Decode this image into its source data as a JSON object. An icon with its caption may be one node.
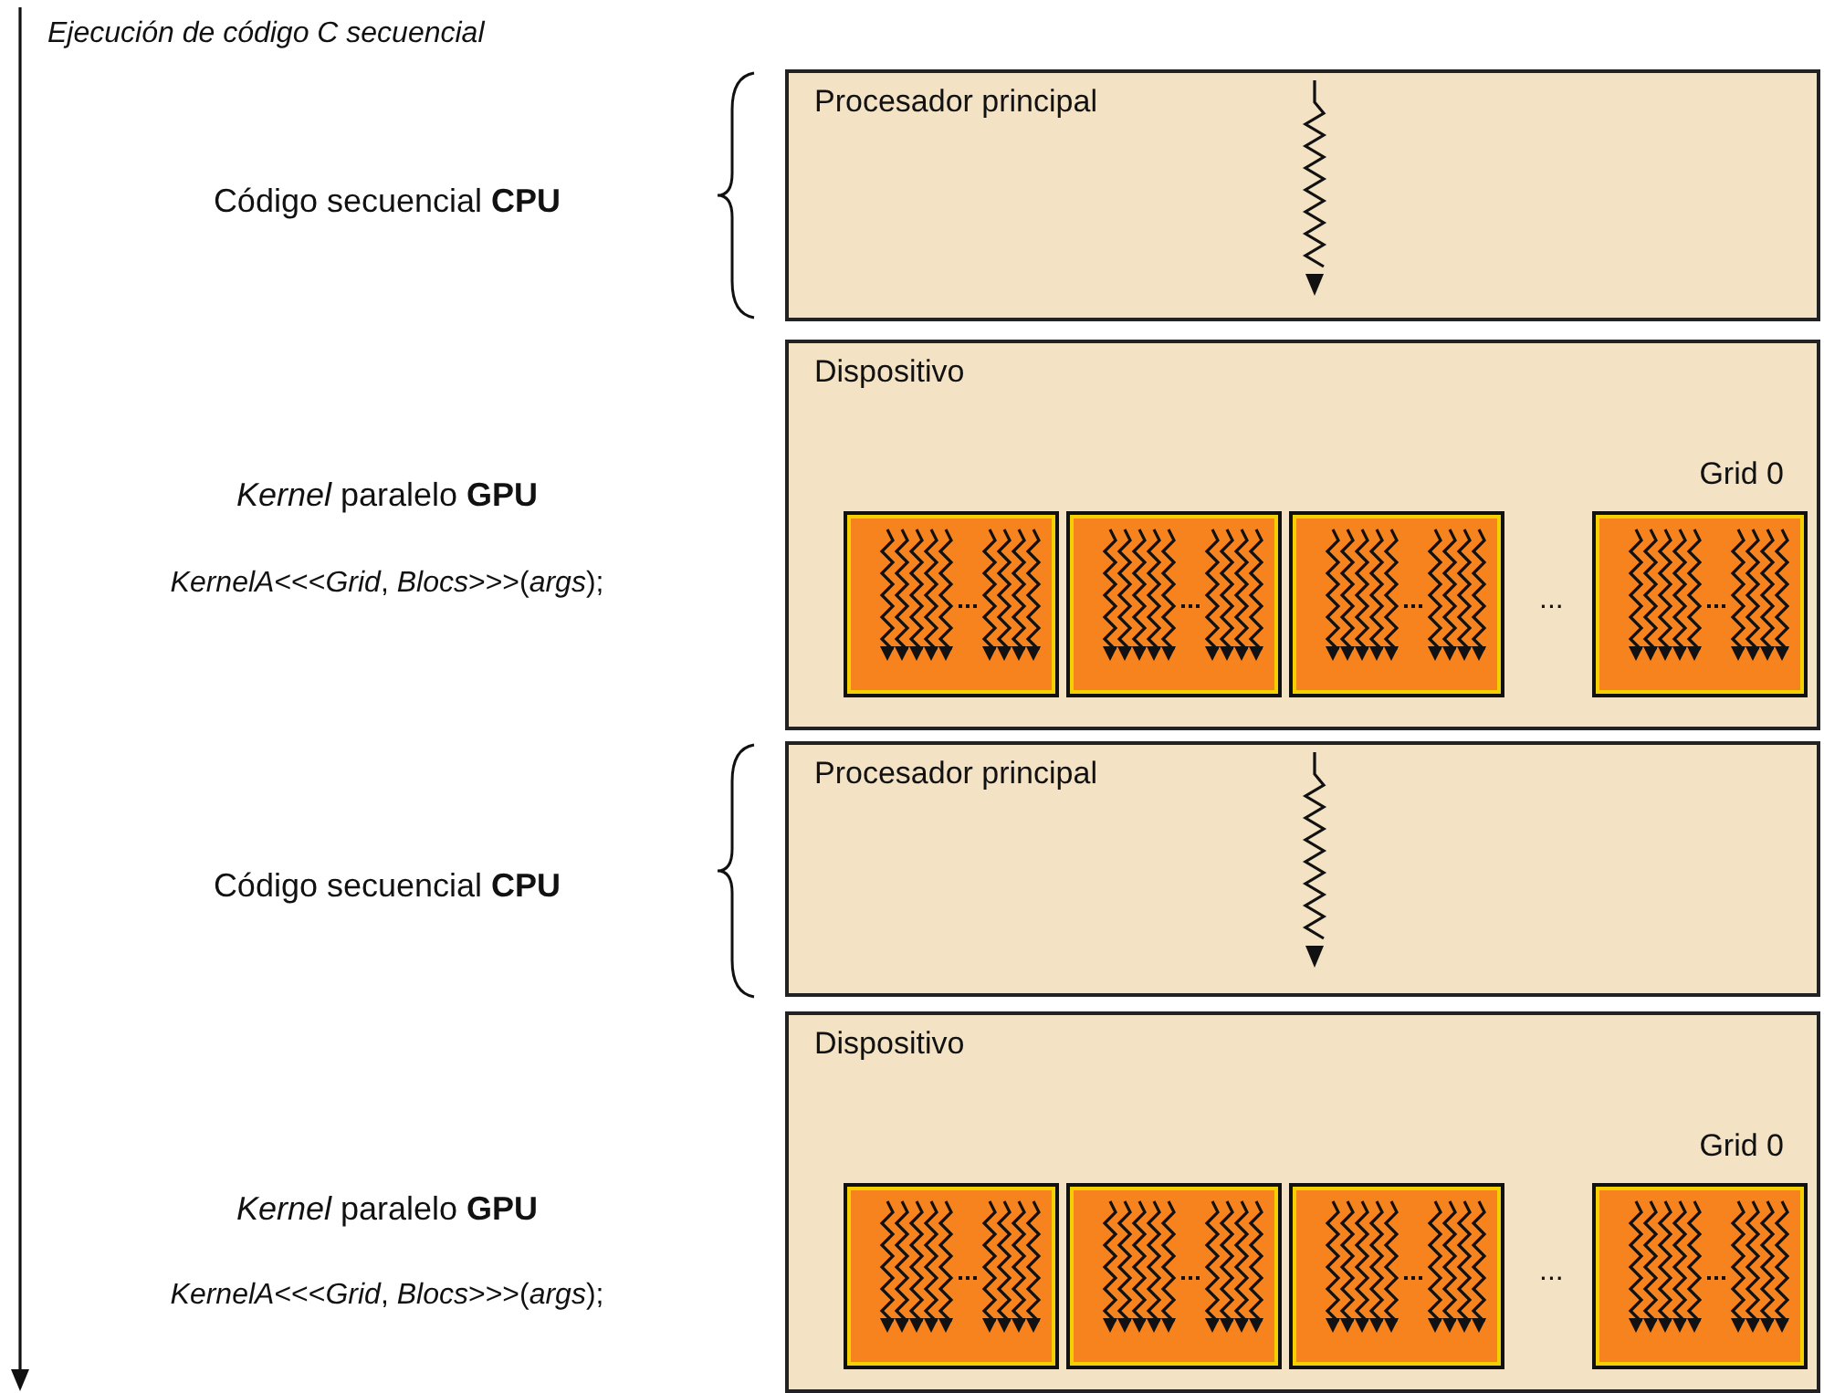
{
  "diagram": {
    "nodes": [
      {
        "text": [
          "Procesador principal"
        ]
      },
      {
        "text": [
          "Dispositivo",
          "Grid 0"
        ]
      },
      {
        "text": [],
        "shape": "box",
        "in": 1
      },
      {
        "text": [],
        "shape": "box",
        "in": 1
      },
      {
        "text": [],
        "shape": "box",
        "in": 1
      },
      {
        "text": [],
        "shape": "box",
        "in": 1
      },
      {
        "text": [
          "Procesador principal"
        ]
      },
      {
        "text": [
          "Dispositivo",
          "Grid 0"
        ]
      },
      {
        "text": [],
        "shape": "box",
        "in": 7
      },
      {
        "text": [],
        "shape": "box",
        "in": 7
      },
      {
        "text": [],
        "shape": "box",
        "in": 7
      },
      {
        "text": [],
        "shape": "box",
        "in": 7
      }
    ],
    "labels": [
      "Ejecución de código  C secuencial",
      "Código secuencial **CPU**",
      "*Kernel* paralelo **GPU**",
      "*KernelA*<<<*Grid*, *Blocs*>>>(*args*);",
      "...",
      "Código secuencial **CPU**",
      "*Kernel* paralelo **GPU**",
      "*KernelA*<<<*Grid*, *Blocs*>>>(*args*);",
      "..."
    ]
  }
}
